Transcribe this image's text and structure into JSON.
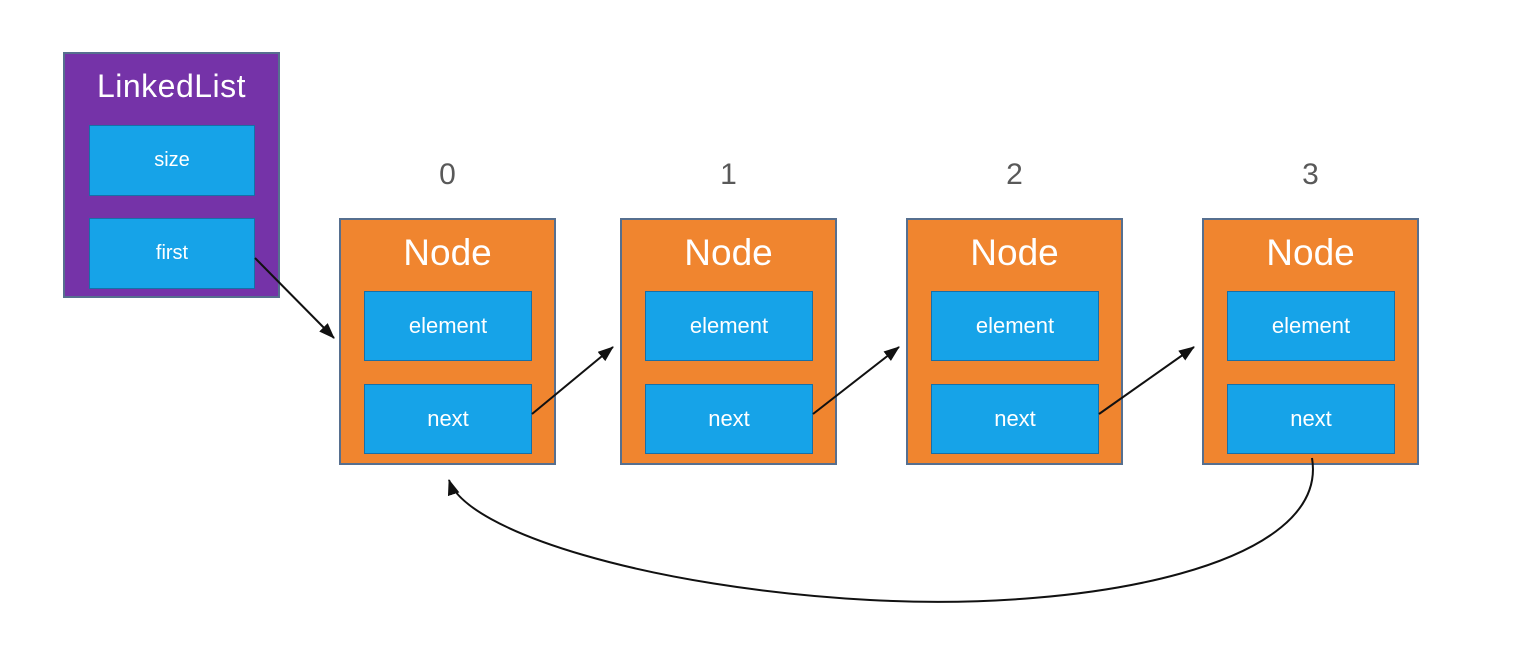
{
  "diagram": {
    "title_implicit": "Circular singly linked list structure",
    "linked_list": {
      "title": "LinkedList",
      "fields": [
        {
          "label": "size"
        },
        {
          "label": "first"
        }
      ]
    },
    "nodes": [
      {
        "index_label": "0",
        "title": "Node",
        "fields": {
          "element": "element",
          "next": "next"
        }
      },
      {
        "index_label": "1",
        "title": "Node",
        "fields": {
          "element": "element",
          "next": "next"
        }
      },
      {
        "index_label": "2",
        "title": "Node",
        "fields": {
          "element": "element",
          "next": "next"
        }
      },
      {
        "index_label": "3",
        "title": "Node",
        "fields": {
          "element": "element",
          "next": "next"
        }
      }
    ],
    "edges": [
      {
        "from": "linkedlist.first",
        "to": "node-0"
      },
      {
        "from": "node-0.next",
        "to": "node-1"
      },
      {
        "from": "node-1.next",
        "to": "node-2"
      },
      {
        "from": "node-2.next",
        "to": "node-3"
      },
      {
        "from": "node-3.next",
        "to": "node-0"
      }
    ]
  },
  "colors": {
    "purple": "#7533A8",
    "orange": "#F0852F",
    "blue": "#16A3E8",
    "box_border": "#566F8F",
    "index_gray": "#595959",
    "arrow": "#111111"
  }
}
